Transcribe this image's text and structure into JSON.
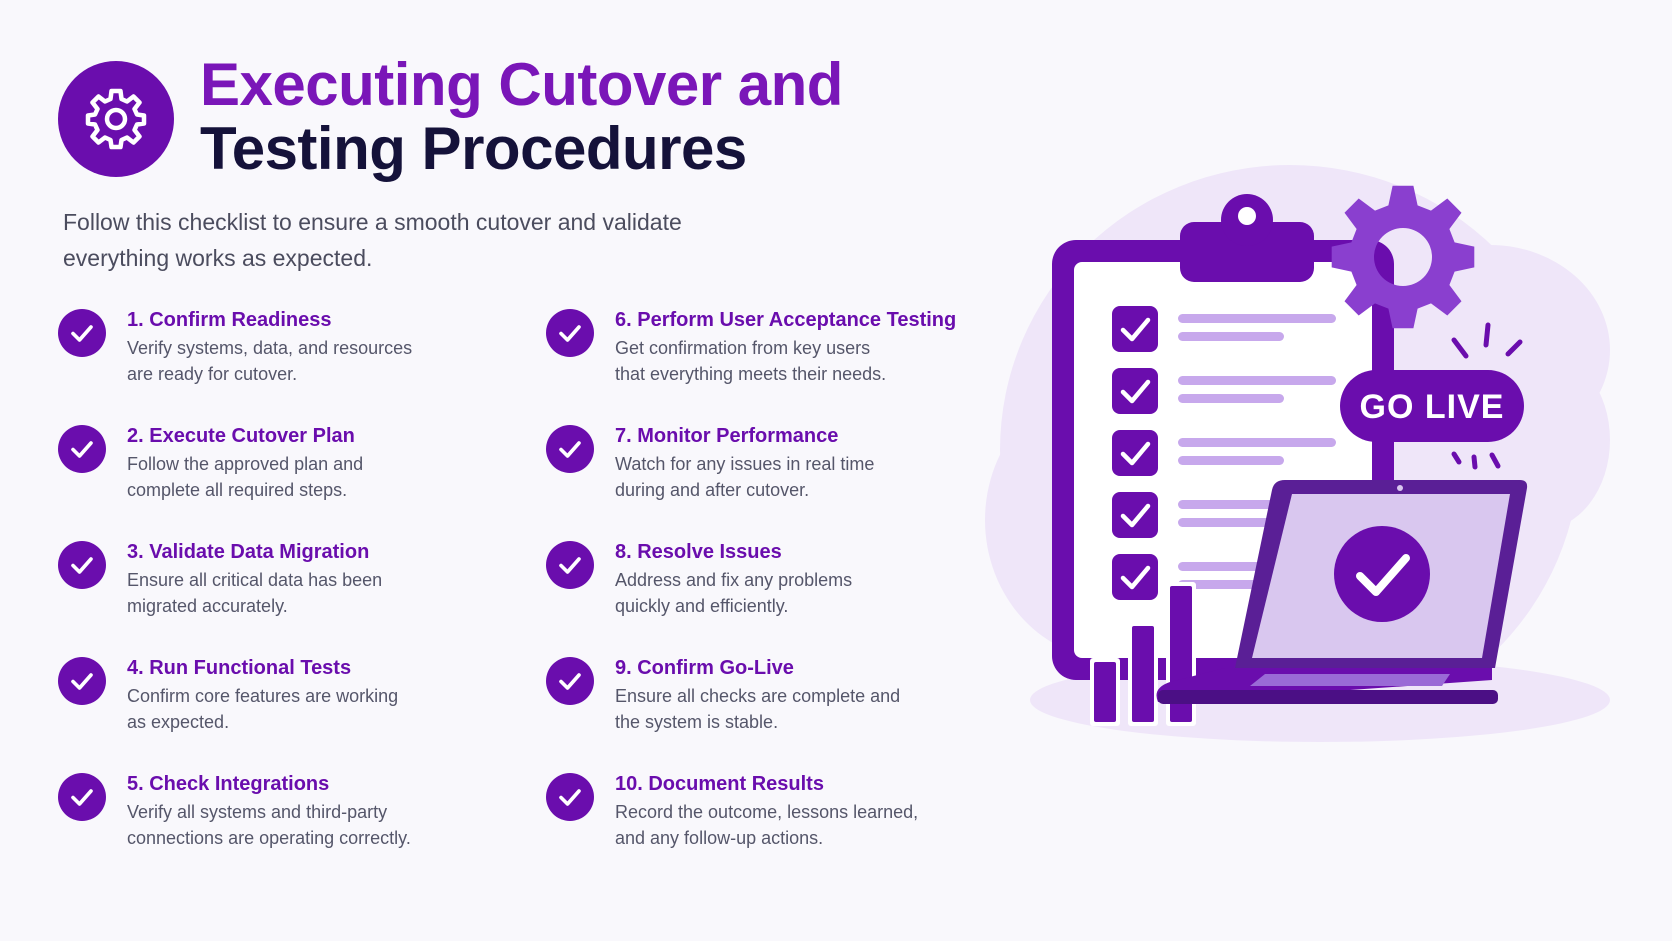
{
  "header": {
    "title_line1": "Executing Cutover and",
    "title_line2": "Testing Procedures",
    "subtitle": "Follow this checklist to ensure a smooth cutover and validate everything works as expected.",
    "icon": "gear-icon"
  },
  "steps": [
    {
      "title": "1. Confirm Readiness",
      "desc": "Verify systems, data, and resources\nare ready for cutover."
    },
    {
      "title": "2. Execute Cutover Plan",
      "desc": "Follow the approved plan and\ncomplete all required steps."
    },
    {
      "title": "3. Validate Data Migration",
      "desc": "Ensure all critical data has been\nmigrated accurately."
    },
    {
      "title": "4. Run Functional Tests",
      "desc": "Confirm core features are working\nas expected."
    },
    {
      "title": "5. Check Integrations",
      "desc": "Verify all systems and third-party\nconnections are operating correctly."
    },
    {
      "title": "6. Perform User Acceptance Testing",
      "desc": "Get confirmation from key users\nthat everything meets their needs."
    },
    {
      "title": "7. Monitor Performance",
      "desc": "Watch for any issues in real time\nduring and after cutover."
    },
    {
      "title": "8. Resolve Issues",
      "desc": "Address and fix any problems\nquickly and efficiently."
    },
    {
      "title": "9. Confirm Go-Live",
      "desc": "Ensure all checks are complete and\nthe system is stable."
    },
    {
      "title": "10. Document Results",
      "desc": "Record the outcome, lessons learned,\nand any follow-up actions."
    }
  ],
  "illustration": {
    "badge_label": "GO LIVE",
    "icons": [
      "clipboard-icon",
      "gear-icon",
      "laptop-icon",
      "bar-chart-icon",
      "check-icon"
    ]
  },
  "colors": {
    "primary": "#6a0dad",
    "title_purple": "#7a16b8",
    "title_dark": "#15123a",
    "body_text": "#55566a",
    "light_purple": "#efe6f9",
    "line_purple": "#c7a8ec"
  }
}
